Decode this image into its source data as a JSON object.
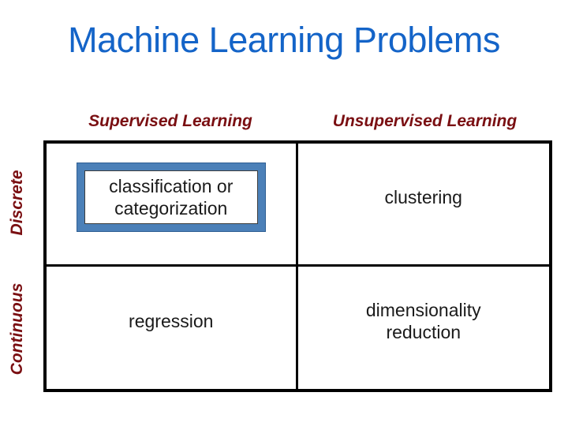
{
  "slide": {
    "title": "Machine Learning Problems",
    "title_color": "#1464c8",
    "background_color": "#ffffff"
  },
  "matrix": {
    "accent_color": "#7a0f12",
    "highlight_color": "#4b80b8",
    "border_color": "#000000",
    "column_headers": [
      {
        "label": "Supervised Learning"
      },
      {
        "label": "Unsupervised Learning"
      }
    ],
    "row_headers": [
      {
        "label": "Discrete"
      },
      {
        "label": "Continuous"
      }
    ],
    "cells": [
      {
        "row": "Discrete",
        "column": "Supervised Learning",
        "text": "classification or\ncategorization",
        "highlighted": true
      },
      {
        "row": "Discrete",
        "column": "Unsupervised Learning",
        "text": "clustering",
        "highlighted": false
      },
      {
        "row": "Continuous",
        "column": "Supervised Learning",
        "text": "regression",
        "highlighted": false
      },
      {
        "row": "Continuous",
        "column": "Unsupervised Learning",
        "text": "dimensionality\nreduction",
        "highlighted": false
      }
    ]
  }
}
